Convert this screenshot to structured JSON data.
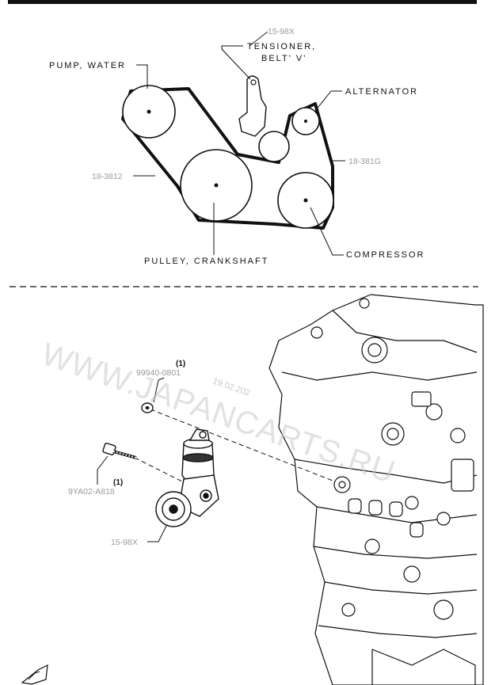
{
  "belt_diagram": {
    "labels": {
      "tensioner_pn": "15-98X",
      "tensioner_line1": "TENSIONER,",
      "tensioner_line2": "BELT' V'",
      "pump_water": "PUMP, WATER",
      "alternator": "ALTERNATOR",
      "belt_left_pn": "18-3812",
      "belt_right_pn": "18-381G",
      "pulley_crankshaft": "PULLEY, CRANKSHAFT",
      "compressor": "COMPRESSOR"
    }
  },
  "parts_diagram": {
    "callouts": {
      "nut_qty": "(1)",
      "nut_pn": "99940-0801",
      "bolt_qty": "(1)",
      "bolt_pn": "9YA02-A818",
      "tensioner_pn": "15-98X"
    }
  },
  "watermark": {
    "text": "WWW.JAPANCARTS.RU",
    "date": "19.02.202"
  },
  "colors": {
    "line": "#111111",
    "part_number": "#9a9a9a",
    "watermark": "#c8c8c8"
  }
}
